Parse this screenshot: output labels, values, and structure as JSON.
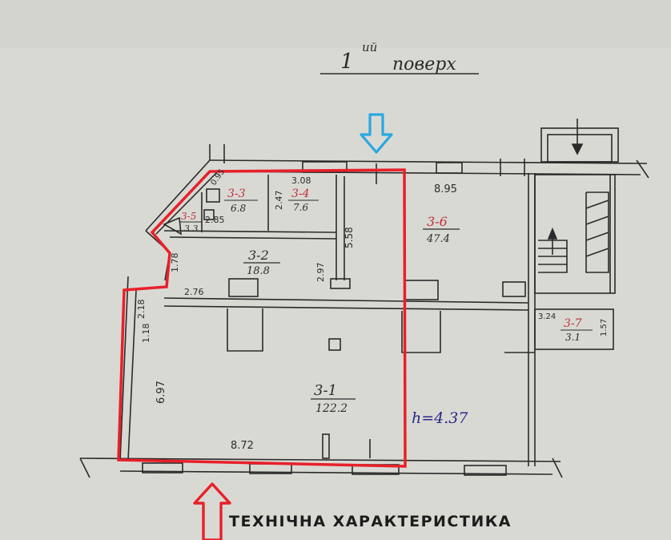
{
  "title": {
    "number": "1",
    "superscript": "ий",
    "word": "поверх"
  },
  "rooms": [
    {
      "id": "3-1",
      "area": "122.2"
    },
    {
      "id": "3-2",
      "area": "18.8"
    },
    {
      "id": "3-3",
      "area": "6.8"
    },
    {
      "id": "3-5",
      "area": "3.3"
    },
    {
      "id": "3-4",
      "area": "7.6"
    },
    {
      "id": "3-6",
      "area": "47.4"
    },
    {
      "id": "3-7",
      "area": "3.1"
    }
  ],
  "dimensions": {
    "d_095": "0.95",
    "d_308": "3.08",
    "d_247": "2.47",
    "d_285": "2.85",
    "d_558": "5.58",
    "d_297": "2.97",
    "d_895": "8.95",
    "d_178": "1.78",
    "d_276": "2.76",
    "d_218": "2.18",
    "d_118": "1.18",
    "d_697": "6.97",
    "d_872": "8.72",
    "d_324": "3.24",
    "d_157": "1.57"
  },
  "height_label": "h=4.37",
  "footer": "ТЕХНІЧНА ХАРАКТЕРИСТИКА",
  "colors": {
    "highlight": "#e8202a",
    "entry_arrow": "#e8202a",
    "top_arrow": "#29a8e0",
    "line": "#2a2a2a",
    "paper": "#d9d9d4"
  }
}
